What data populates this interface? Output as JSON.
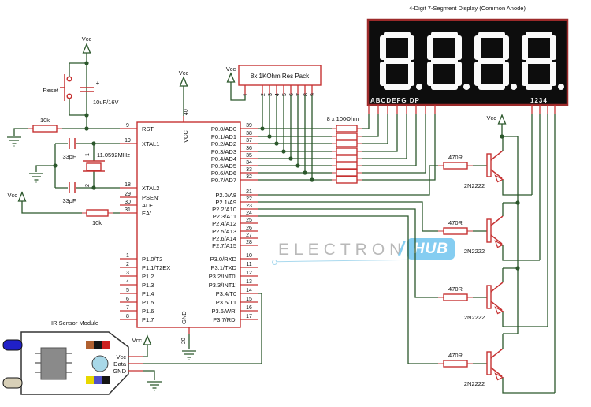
{
  "display": {
    "title": "4-Digit 7-Segment Display  (Common Anode)",
    "segment_pins_label": "ABCDEFG  DP",
    "digit_pins_label": "1234",
    "digits": [
      "8.",
      "8.",
      "8.",
      "8."
    ]
  },
  "watermark": {
    "name": "ELECTRONICS",
    "badge": "HUB",
    "slash": "/"
  },
  "vcc_label": "Vcc",
  "reset_circuit": {
    "button_label": "Reset",
    "capacitor_value": "10uF/16V",
    "capacitor_plus": "+",
    "pullup_value": "10k"
  },
  "oscillator": {
    "crystal_value": "11.0592MHz",
    "cap_top_value": "33pF",
    "cap_bottom_value": "33pF",
    "crystal_pin1": "1",
    "crystal_pin2": "2"
  },
  "ea_pullup_value": "10k",
  "res_pack": {
    "label": "8x 1KOhm Res Pack",
    "pin_numbers": [
      "1",
      "2",
      "3",
      "4",
      "5",
      "6",
      "7",
      "8",
      "9"
    ]
  },
  "res_array_label": "8 x 100Ohm",
  "digit_drivers": [
    {
      "resistor": "470R",
      "transistor": "2N2222"
    },
    {
      "resistor": "470R",
      "transistor": "2N2222"
    },
    {
      "resistor": "470R",
      "transistor": "2N2222"
    },
    {
      "resistor": "470R",
      "transistor": "2N2222"
    }
  ],
  "ir_sensor": {
    "title": "IR Sensor Module",
    "pin_vcc": "Vcc",
    "pin_data": "Data",
    "pin_gnd": "GND"
  },
  "mcu": {
    "vcc_pin": {
      "label": "VCC",
      "number": "40"
    },
    "gnd_pin": {
      "label": "GND",
      "number": "20"
    },
    "left_pins": [
      {
        "number": "9",
        "label": "RST"
      },
      {
        "number": "19",
        "label": "XTAL1"
      },
      {
        "number": "18",
        "label": "XTAL2"
      },
      {
        "number": "29",
        "label": "PSEN'"
      },
      {
        "number": "30",
        "label": "ALE"
      },
      {
        "number": "31",
        "label": "EA'"
      },
      {
        "number": "1",
        "label": "P1.0/T2"
      },
      {
        "number": "2",
        "label": "P1.1/T2EX"
      },
      {
        "number": "3",
        "label": "P1.2"
      },
      {
        "number": "4",
        "label": "P1.3"
      },
      {
        "number": "5",
        "label": "P1.4"
      },
      {
        "number": "6",
        "label": "P1.5"
      },
      {
        "number": "7",
        "label": "P1.6"
      },
      {
        "number": "8",
        "label": "P1.7"
      }
    ],
    "right_pins": [
      {
        "number": "39",
        "label": "P0.0/AD0"
      },
      {
        "number": "38",
        "label": "P0.1/AD1"
      },
      {
        "number": "37",
        "label": "P0.2/AD2"
      },
      {
        "number": "36",
        "label": "P0.3/AD3"
      },
      {
        "number": "35",
        "label": "P0.4/AD4"
      },
      {
        "number": "34",
        "label": "P0.5/AD5"
      },
      {
        "number": "33",
        "label": "P0.6/AD6"
      },
      {
        "number": "32",
        "label": "P0.7/AD7"
      },
      {
        "number": "21",
        "label": "P2.0/A8"
      },
      {
        "number": "22",
        "label": "P2.1/A9"
      },
      {
        "number": "23",
        "label": "P2.2/A10"
      },
      {
        "number": "24",
        "label": "P2.3/A11"
      },
      {
        "number": "25",
        "label": "P2.4/A12"
      },
      {
        "number": "26",
        "label": "P2.5/A13"
      },
      {
        "number": "27",
        "label": "P2.6/A14"
      },
      {
        "number": "28",
        "label": "P2.7/A15"
      },
      {
        "number": "10",
        "label": "P3.0/RXD"
      },
      {
        "number": "11",
        "label": "P3.1/TXD"
      },
      {
        "number": "12",
        "label": "P3.2/INT0'"
      },
      {
        "number": "13",
        "label": "P3.3/INT1'"
      },
      {
        "number": "14",
        "label": "P3.4/T0"
      },
      {
        "number": "15",
        "label": "P3.5/T1"
      },
      {
        "number": "16",
        "label": "P3.6/WR'"
      },
      {
        "number": "17",
        "label": "P3.7/RD'"
      }
    ]
  },
  "colors": {
    "wire_green": "#2b572b",
    "component_red": "#c63232",
    "lead_pink": "#d97b7b",
    "display_bg": "#0d0d0d",
    "display_border": "#9c2a2a",
    "segment_white": "#fafafa",
    "badge_blue": "#85cdf1",
    "watermark_gray": "#b9b9b9"
  }
}
